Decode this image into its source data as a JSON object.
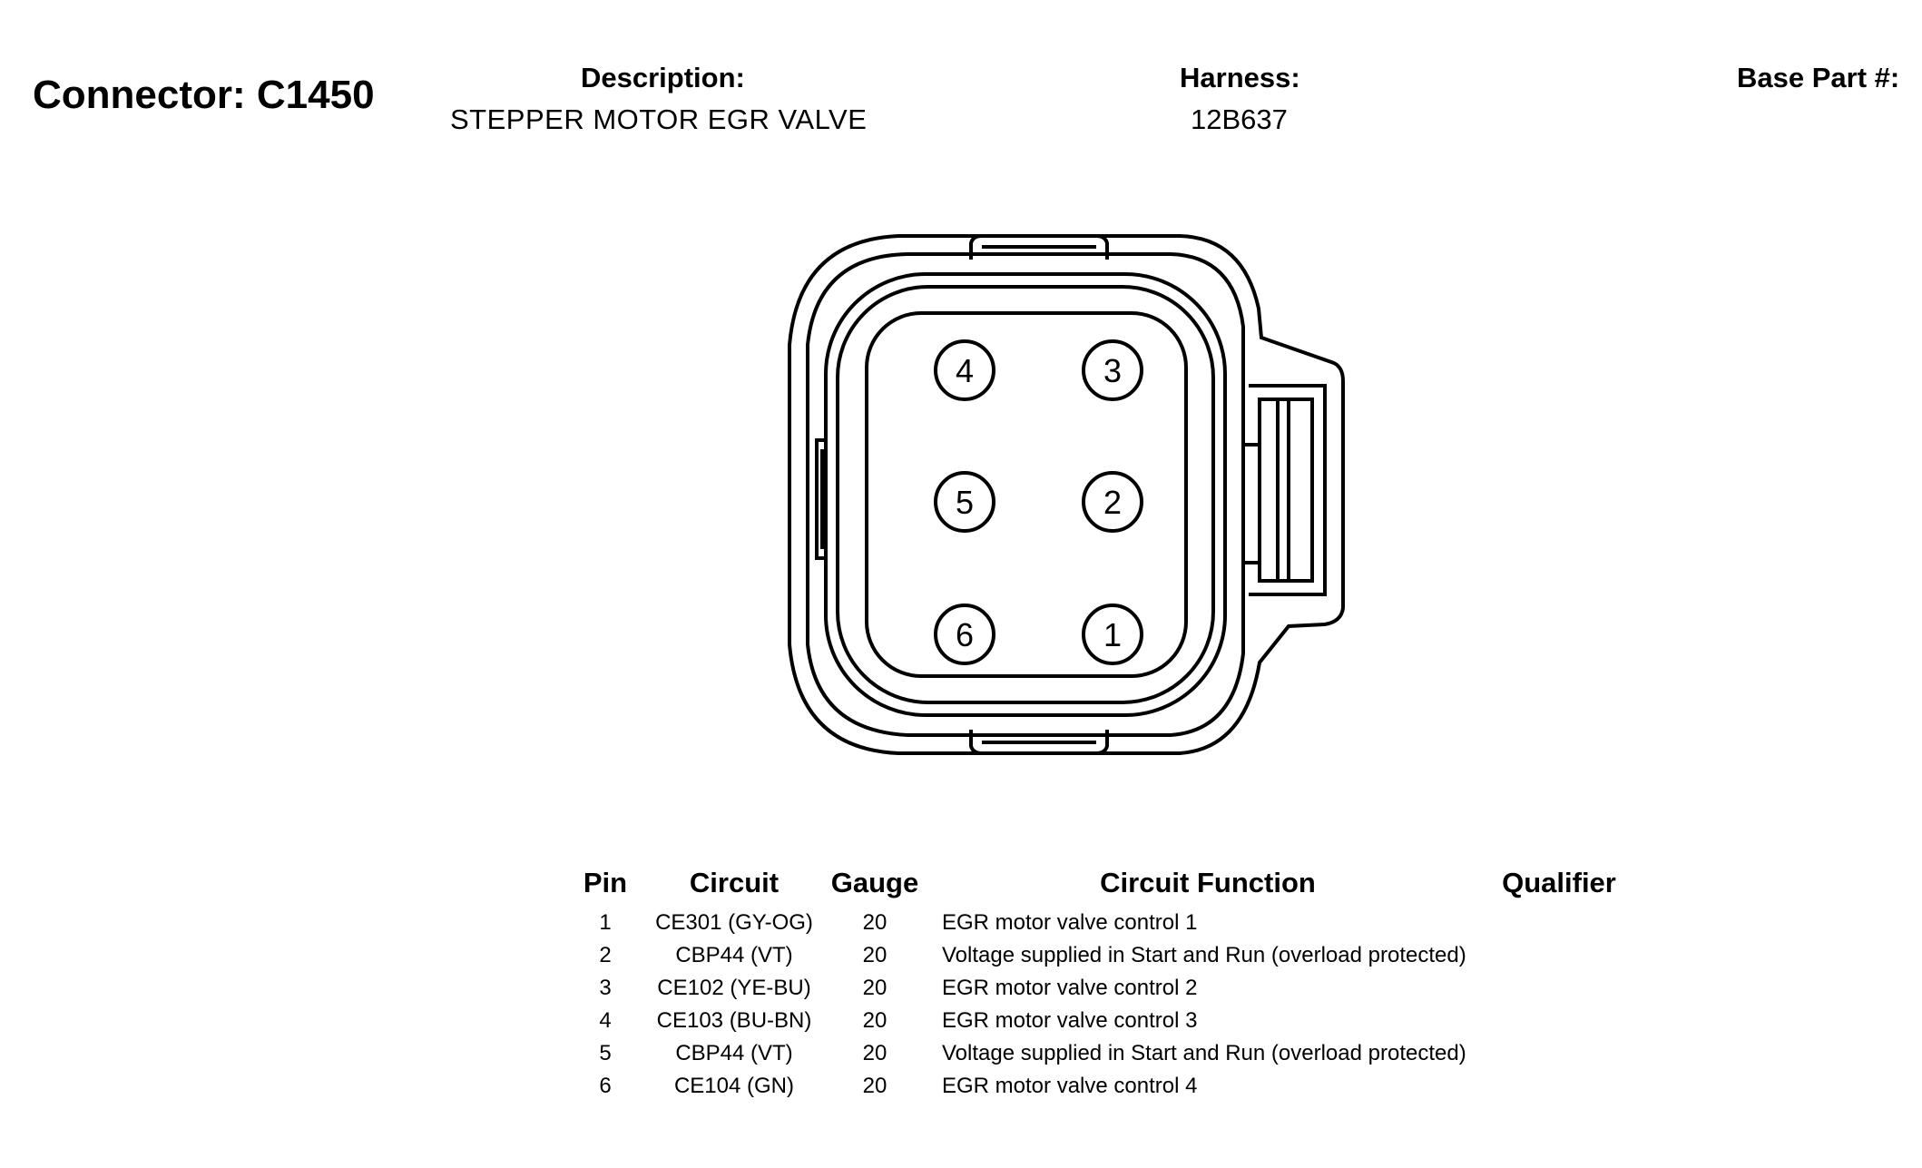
{
  "header": {
    "connector_title": "Connector: C1450",
    "description_label": "Description:",
    "description_value": "STEPPER MOTOR EGR VALVE",
    "harness_label": "Harness:",
    "harness_value": "12B637",
    "base_part_label": "Base Part #:"
  },
  "connector_face": {
    "pins": [
      {
        "label": "4"
      },
      {
        "label": "3"
      },
      {
        "label": "5"
      },
      {
        "label": "2"
      },
      {
        "label": "6"
      },
      {
        "label": "1"
      }
    ]
  },
  "pin_table": {
    "headers": {
      "pin": "Pin",
      "circuit": "Circuit",
      "gauge": "Gauge",
      "function": "Circuit Function",
      "qualifier": "Qualifier"
    },
    "rows": [
      {
        "pin": "1",
        "circuit": "CE301 (GY-OG)",
        "gauge": "20",
        "function": "EGR motor valve control 1",
        "qualifier": ""
      },
      {
        "pin": "2",
        "circuit": "CBP44 (VT)",
        "gauge": "20",
        "function": "Voltage supplied in Start and Run (overload protected)",
        "qualifier": ""
      },
      {
        "pin": "3",
        "circuit": "CE102 (YE-BU)",
        "gauge": "20",
        "function": "EGR motor valve control 2",
        "qualifier": ""
      },
      {
        "pin": "4",
        "circuit": "CE103 (BU-BN)",
        "gauge": "20",
        "function": "EGR motor valve control 3",
        "qualifier": ""
      },
      {
        "pin": "5",
        "circuit": "CBP44 (VT)",
        "gauge": "20",
        "function": "Voltage supplied in Start and Run (overload protected)",
        "qualifier": ""
      },
      {
        "pin": "6",
        "circuit": "CE104 (GN)",
        "gauge": "20",
        "function": "EGR motor valve control 4",
        "qualifier": ""
      }
    ]
  }
}
